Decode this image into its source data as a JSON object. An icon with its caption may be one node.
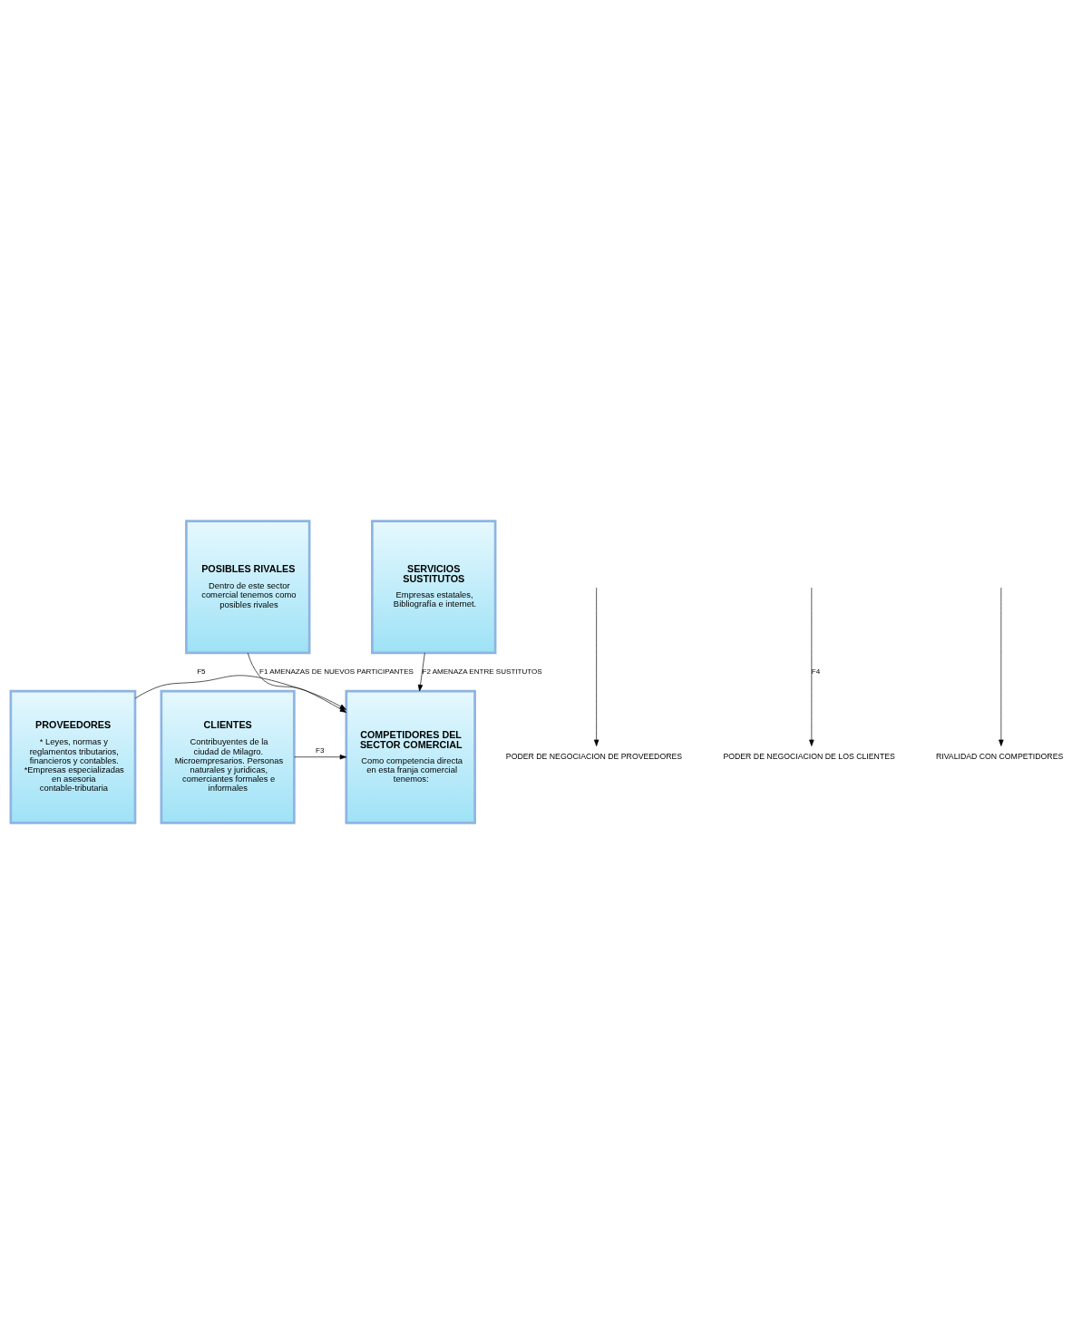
{
  "diagram": {
    "nodes": [
      {
        "text": [
          "POSIBLES RIVALES",
          "Dentro de este sector comercial tenemos como posibles rivales"
        ]
      },
      {
        "text": [
          "COMPETIDORES DEL SECTOR COMERCIAL",
          "Como competencia directa en esta franja comercial tenemos:"
        ]
      },
      {
        "text": [
          "PROVEEDORES",
          "* Leyes, normas y reglamentos tributarios, financieros y contables. *Empresas especializadas en asesoria contable-tributaria"
        ]
      },
      {
        "text": [
          "CLIENTES",
          "Contribuyentes de la ciudad de Milagro. Microempresarios. Personas naturales y juridicas, comerciantes formales e informales"
        ]
      },
      {
        "text": [
          "SERVICIOS SUSTITUTOS",
          "Empresas estatales, Bibliografía e internet."
        ]
      },
      {
        "text": [
          "PODER DE NEGOCIACION DE PROVEEDORES"
        ]
      },
      {
        "text": [
          "PODER DE NEGOCIACION DE LOS CLIENTES"
        ]
      },
      {
        "text": [
          "RIVALIDAD CON COMPETIDORES"
        ]
      }
    ],
    "edges": [
      {
        "from": 0,
        "to": 1,
        "arrow": "to",
        "label": "F1 AMENAZAS DE NUEVOS PARTICIPANTES"
      },
      {
        "from": null,
        "to": 5,
        "arrow": "to"
      },
      {
        "from": null,
        "to": 6,
        "arrow": "to",
        "label": "F4"
      },
      {
        "from": 2,
        "to": 1,
        "arrow": "to",
        "label": "F5"
      },
      {
        "from": 3,
        "to": 1,
        "arrow": "to",
        "label": "F3"
      },
      {
        "from": null,
        "to": 7,
        "arrow": "to"
      },
      {
        "from": 4,
        "to": 1,
        "arrow": "to",
        "label": "F2 AMENAZA ENTRE SUSTITUTOS"
      }
    ]
  }
}
